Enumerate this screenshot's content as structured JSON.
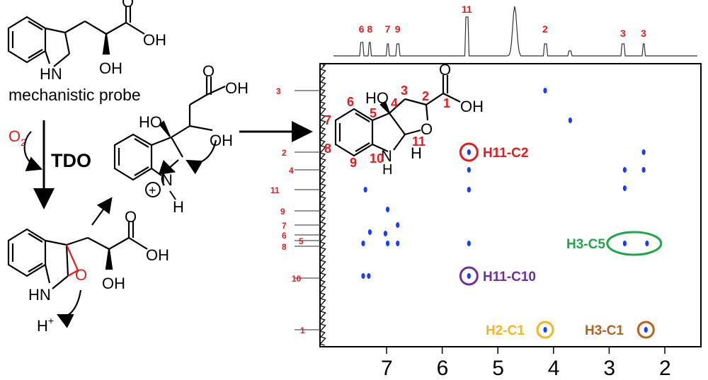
{
  "left": {
    "probe_label": "mechanistic probe",
    "o2": "O",
    "o2_sub": "2",
    "enzyme": "TDO",
    "atoms": {
      "oh": "OH",
      "ho": "HO",
      "o": "O",
      "hn": "HN",
      "h": "H",
      "n": "N",
      "nh_n": "N",
      "plus": "+",
      "hplus": "H",
      "hplus_sup": "+"
    }
  },
  "product": {
    "atoms": {
      "oh": "OH",
      "ho": "HO",
      "o": "O",
      "nh": "NH",
      "h": "H",
      "o_ring": "O"
    },
    "numbers": [
      "1",
      "2",
      "3",
      "4",
      "5",
      "6",
      "7",
      "8",
      "9",
      "10",
      "11"
    ]
  },
  "spectrum": {
    "f2_axis_ticks": [
      "7",
      "6",
      "5",
      "4",
      "3",
      "2"
    ],
    "top_peak_labels": [
      "6",
      "8",
      "7",
      "9",
      "11",
      "2",
      "3",
      "3"
    ],
    "left_ticks": [
      "3",
      "2",
      "4",
      "11",
      "9",
      "7",
      "6",
      "5",
      "8",
      "10",
      "1"
    ],
    "annotations": [
      {
        "text": "H11-C2",
        "color": "#e8191c"
      },
      {
        "text": "H3-C5",
        "color": "#1fa64a"
      },
      {
        "text": "H11-C10",
        "color": "#6b2fa0"
      },
      {
        "text": "H2-C1",
        "color": "#f5b51b"
      },
      {
        "text": "H3-C1",
        "color": "#b8611e"
      }
    ],
    "colors": {
      "crosspeak": "#1a3cff",
      "label_red": "#e8191c"
    }
  }
}
